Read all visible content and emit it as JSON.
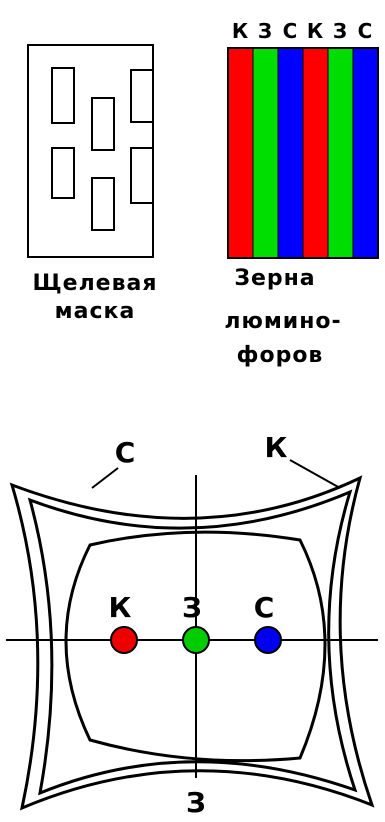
{
  "slot_mask": {
    "caption_line1": "Щелевая",
    "caption_line2": "маска"
  },
  "phosphor_grains": {
    "stripe_letters": [
      "К",
      "З",
      "С",
      "К",
      "З",
      "С"
    ],
    "stripe_colors": [
      "#ff0000",
      "#00dd00",
      "#0000ff",
      "#ff0000",
      "#00dd00",
      "#0000ff"
    ],
    "caption_line1": "Зерна",
    "caption_line2": "люмино-",
    "caption_line3": "форов"
  },
  "convergence": {
    "label_c_outer": "С",
    "label_k_outer": "К",
    "dot_labels": [
      "К",
      "З",
      "С"
    ],
    "dot_colors": [
      "#ee0000",
      "#00cc00",
      "#0000ee"
    ],
    "bottom_label": "З"
  }
}
